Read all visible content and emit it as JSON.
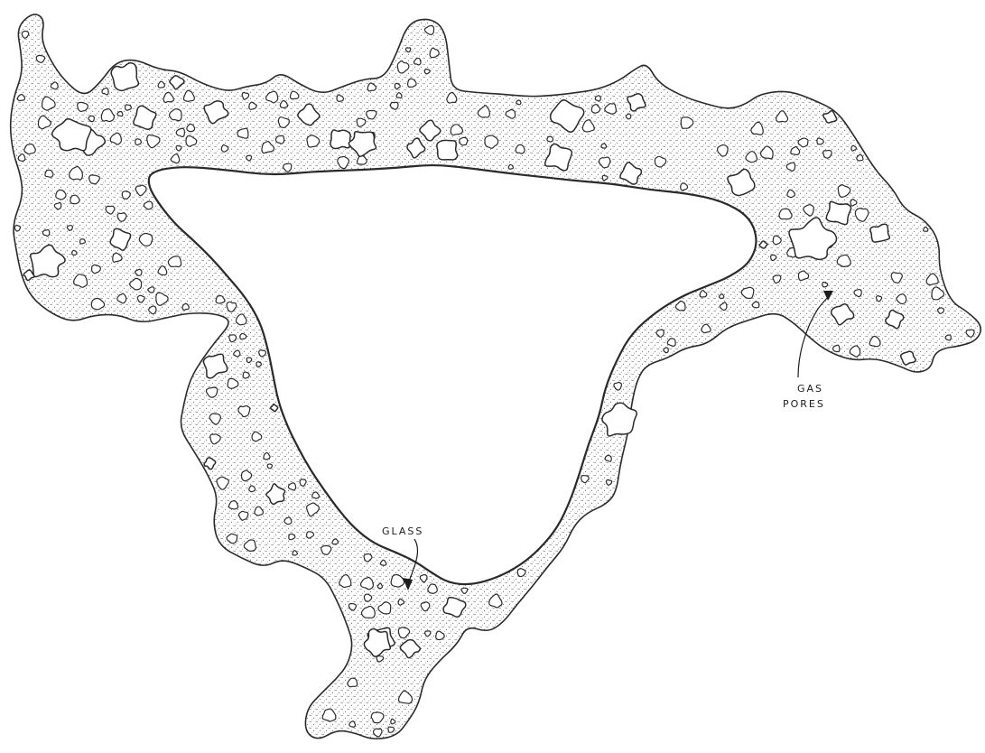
{
  "labels": {
    "glass": "GLASS",
    "gas_pores_line1": "GAS",
    "gas_pores_line2": "PORES"
  },
  "colors": {
    "ink": "#2a2a2a",
    "paper": "#ffffff"
  }
}
